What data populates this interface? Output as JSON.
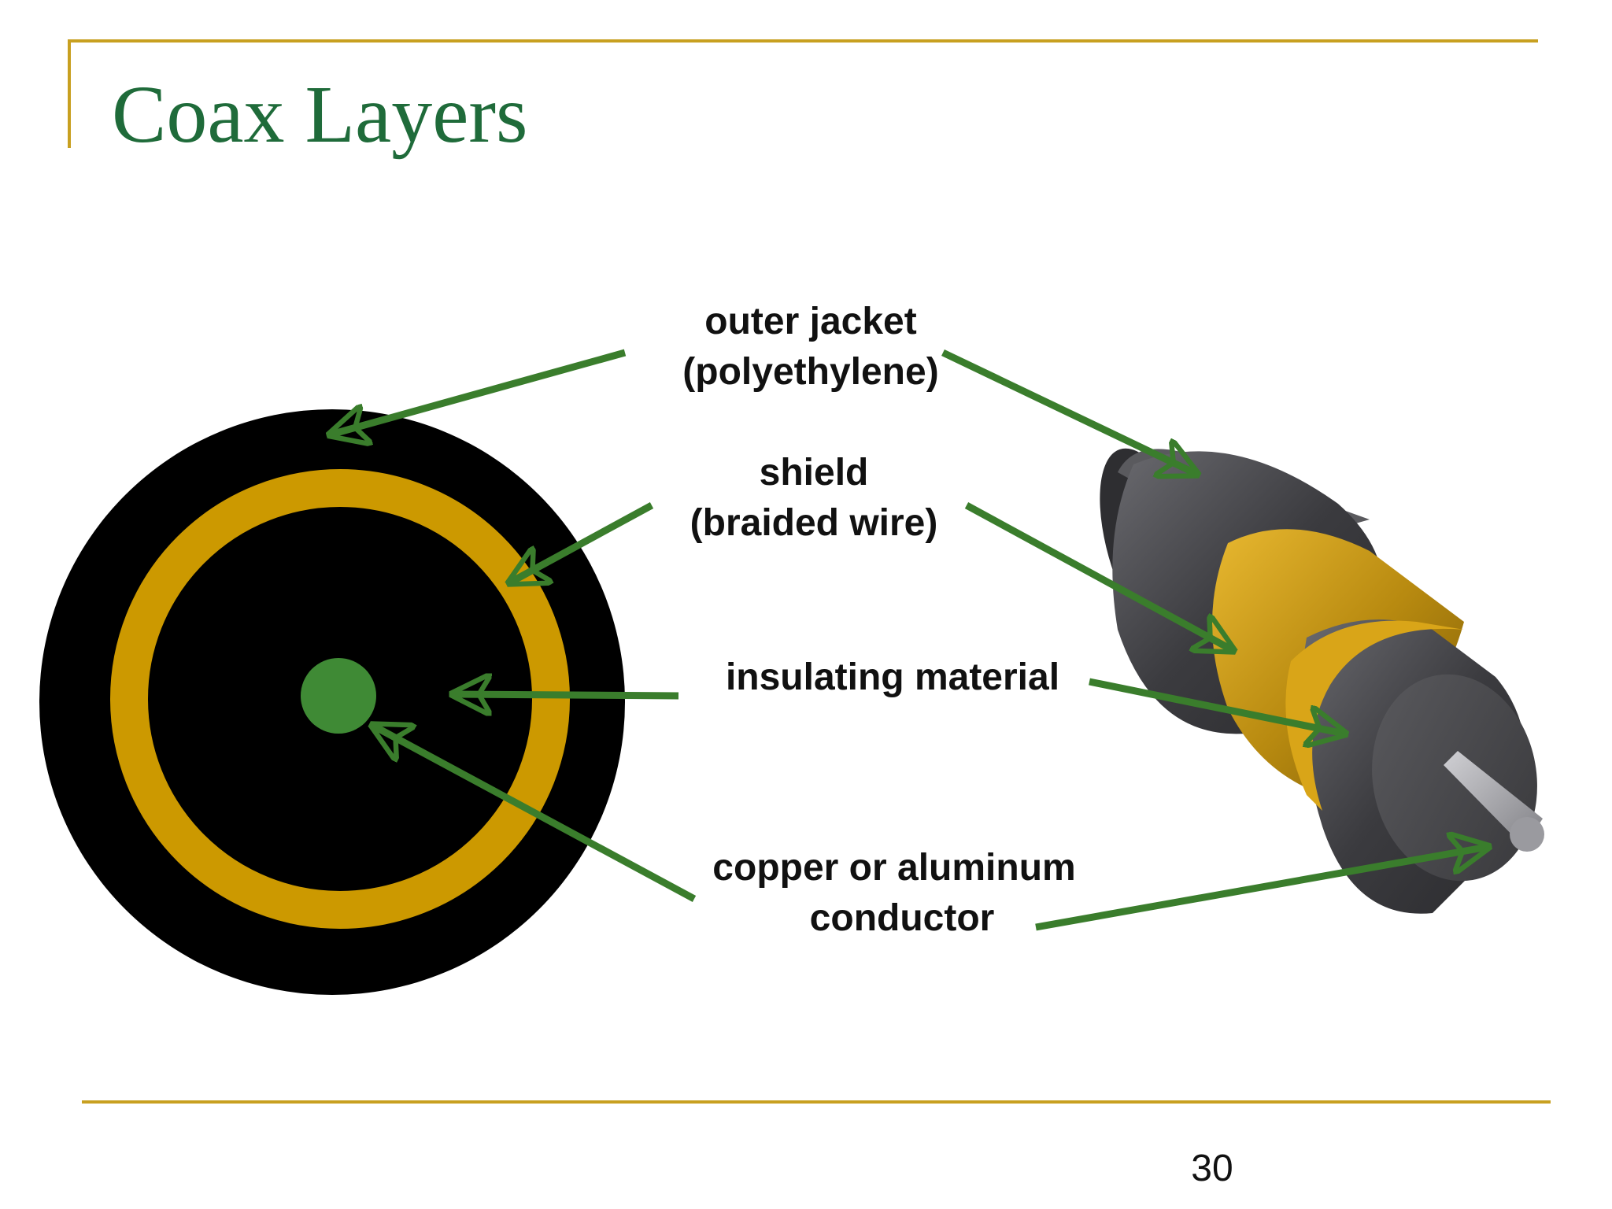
{
  "slide": {
    "title": "Coax Layers",
    "page_number": "30"
  },
  "labels": {
    "outer_jacket": {
      "line1": "outer jacket",
      "line2": "(polyethylene)"
    },
    "shield": {
      "line1": "shield",
      "line2": "(braided wire)"
    },
    "insulating": {
      "line1": "insulating material"
    },
    "conductor": {
      "line1": "copper or aluminum",
      "line2": "conductor"
    }
  },
  "colors": {
    "title": "#1f6b3a",
    "rule": "#c8a020",
    "arrow": "#3a7d2c",
    "jacket": "#000000",
    "shield": "#cc9900",
    "conductor_dot": "#3f8a35",
    "cable_gray": "#4a4a4e",
    "text": "#111111"
  }
}
